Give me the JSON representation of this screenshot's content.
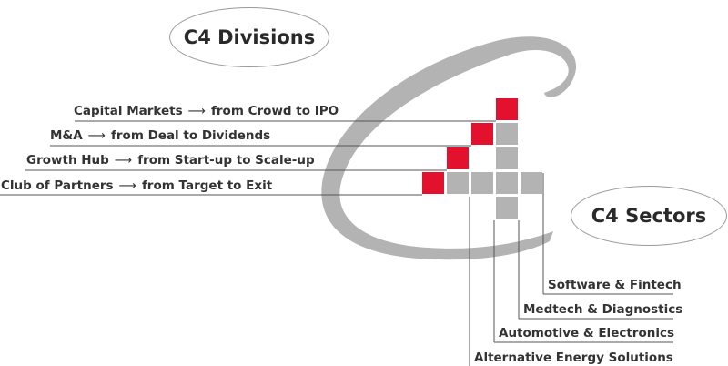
{
  "header": {
    "divisions_title": "C4 Divisions",
    "sectors_title": "C4 Sectors"
  },
  "divisions": [
    {
      "name": "Capital Markets",
      "arrow": "⟶",
      "tagline": "from Crowd to IPO"
    },
    {
      "name": "M&A",
      "arrow": "⟶",
      "tagline": "from Deal to Dividends"
    },
    {
      "name": "Growth Hub",
      "arrow": "⟶",
      "tagline": "from Start-up to Scale-up"
    },
    {
      "name": "Club of Partners",
      "arrow": "⟶",
      "tagline": "from Target to Exit"
    }
  ],
  "sectors": [
    {
      "name": "Software & Fintech"
    },
    {
      "name": "Medtech & Diagnostics"
    },
    {
      "name": "Automotive & Electronics"
    },
    {
      "name": "Alternative Energy Solutions"
    }
  ],
  "colors": {
    "accent_red": "#e3102e",
    "grid_grey": "#b3b3b3",
    "swoosh_grey": "#b3b3b3",
    "line_grey": "#555555",
    "text": "#333333"
  }
}
